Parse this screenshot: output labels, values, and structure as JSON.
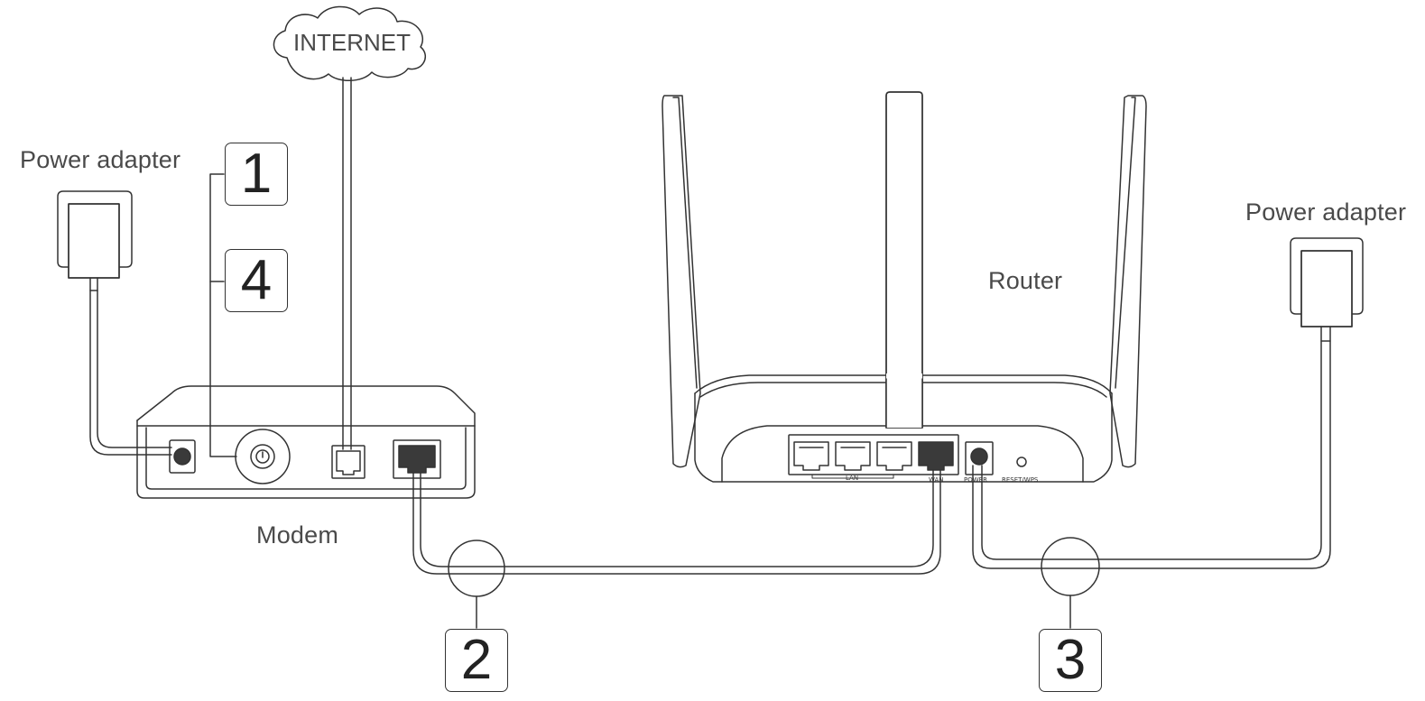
{
  "labels": {
    "internet": "INTERNET",
    "power_adapter_left": "Power adapter",
    "power_adapter_right": "Power adapter",
    "router": "Router",
    "modem": "Modem"
  },
  "steps": {
    "step1": "1",
    "step2": "2",
    "step3": "3",
    "step4": "4"
  },
  "router_ports": {
    "lan": "LAN",
    "wan": "WAN",
    "power": "POWER",
    "reset": "RESET/WPS"
  },
  "colors": {
    "line": "#333333",
    "port_fill": "#3a3a3a",
    "text": "#4a4a4a"
  }
}
